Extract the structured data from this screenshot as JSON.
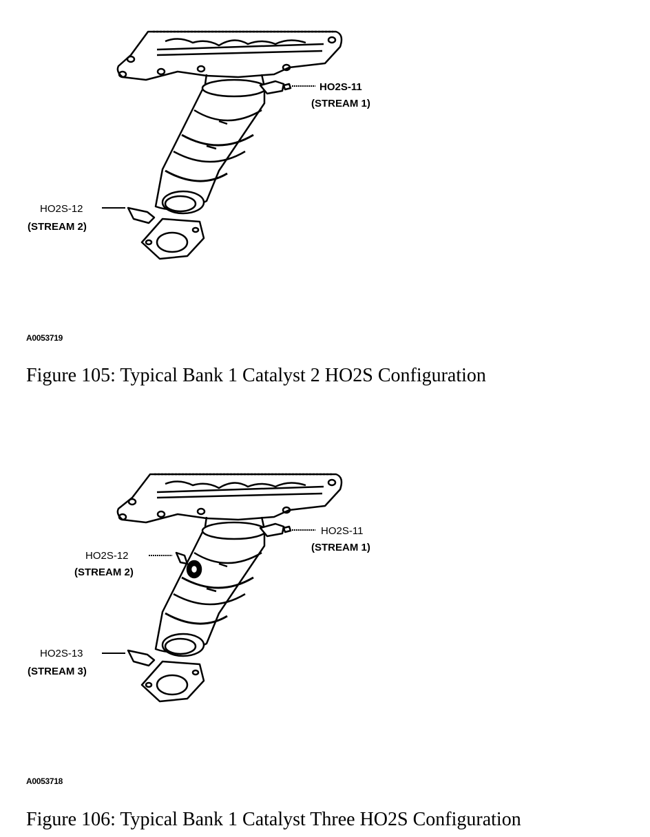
{
  "figure_105": {
    "labels": {
      "sensor_1": "HO2S-11",
      "stream_1": "(STREAM 1)",
      "sensor_2": "HO2S-12",
      "stream_2": "(STREAM 2)"
    },
    "code": "A0053719",
    "caption": "Figure 105: Typical Bank 1 Catalyst 2 HO2S Configuration"
  },
  "figure_106": {
    "labels": {
      "sensor_1": "HO2S-11",
      "stream_1": "(STREAM 1)",
      "sensor_2": "HO2S-12",
      "stream_2": "(STREAM 2)",
      "sensor_3": "HO2S-13",
      "stream_3": "(STREAM 3)"
    },
    "code": "A0053718",
    "caption": "Figure 106: Typical Bank 1 Catalyst Three HO2S Configuration"
  }
}
